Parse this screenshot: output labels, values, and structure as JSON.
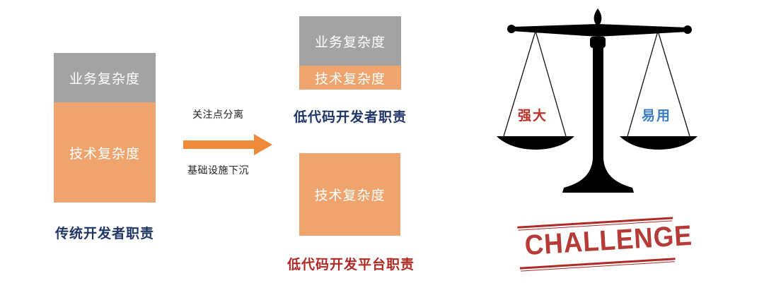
{
  "traditional": {
    "top_block": "业务复杂度",
    "bottom_block": "技术复杂度",
    "caption": "传统开发者职责"
  },
  "transition": {
    "label_above": "关注点分离",
    "label_below": "基础设施下沉",
    "arrow_icon": "right-arrow-icon"
  },
  "lowcode_developer": {
    "top_block": "业务复杂度",
    "bottom_block": "技术复杂度",
    "caption": "低代码开发者职责"
  },
  "lowcode_platform": {
    "block": "技术复杂度",
    "caption": "低代码开发平台职责"
  },
  "scale": {
    "icon": "balance-scale-icon",
    "left_pan_label": "强大",
    "right_pan_label": "易用"
  },
  "stamp": {
    "text": "CHALLENGE"
  },
  "colors": {
    "gray_block": "#a2a3a5",
    "orange_block": "#efa46e",
    "arrow": "#ee8a3a",
    "navy_caption": "#1f3566",
    "red_caption": "#b02a25",
    "left_pan_text": "#b8302a",
    "right_pan_text": "#3a7cc0"
  }
}
